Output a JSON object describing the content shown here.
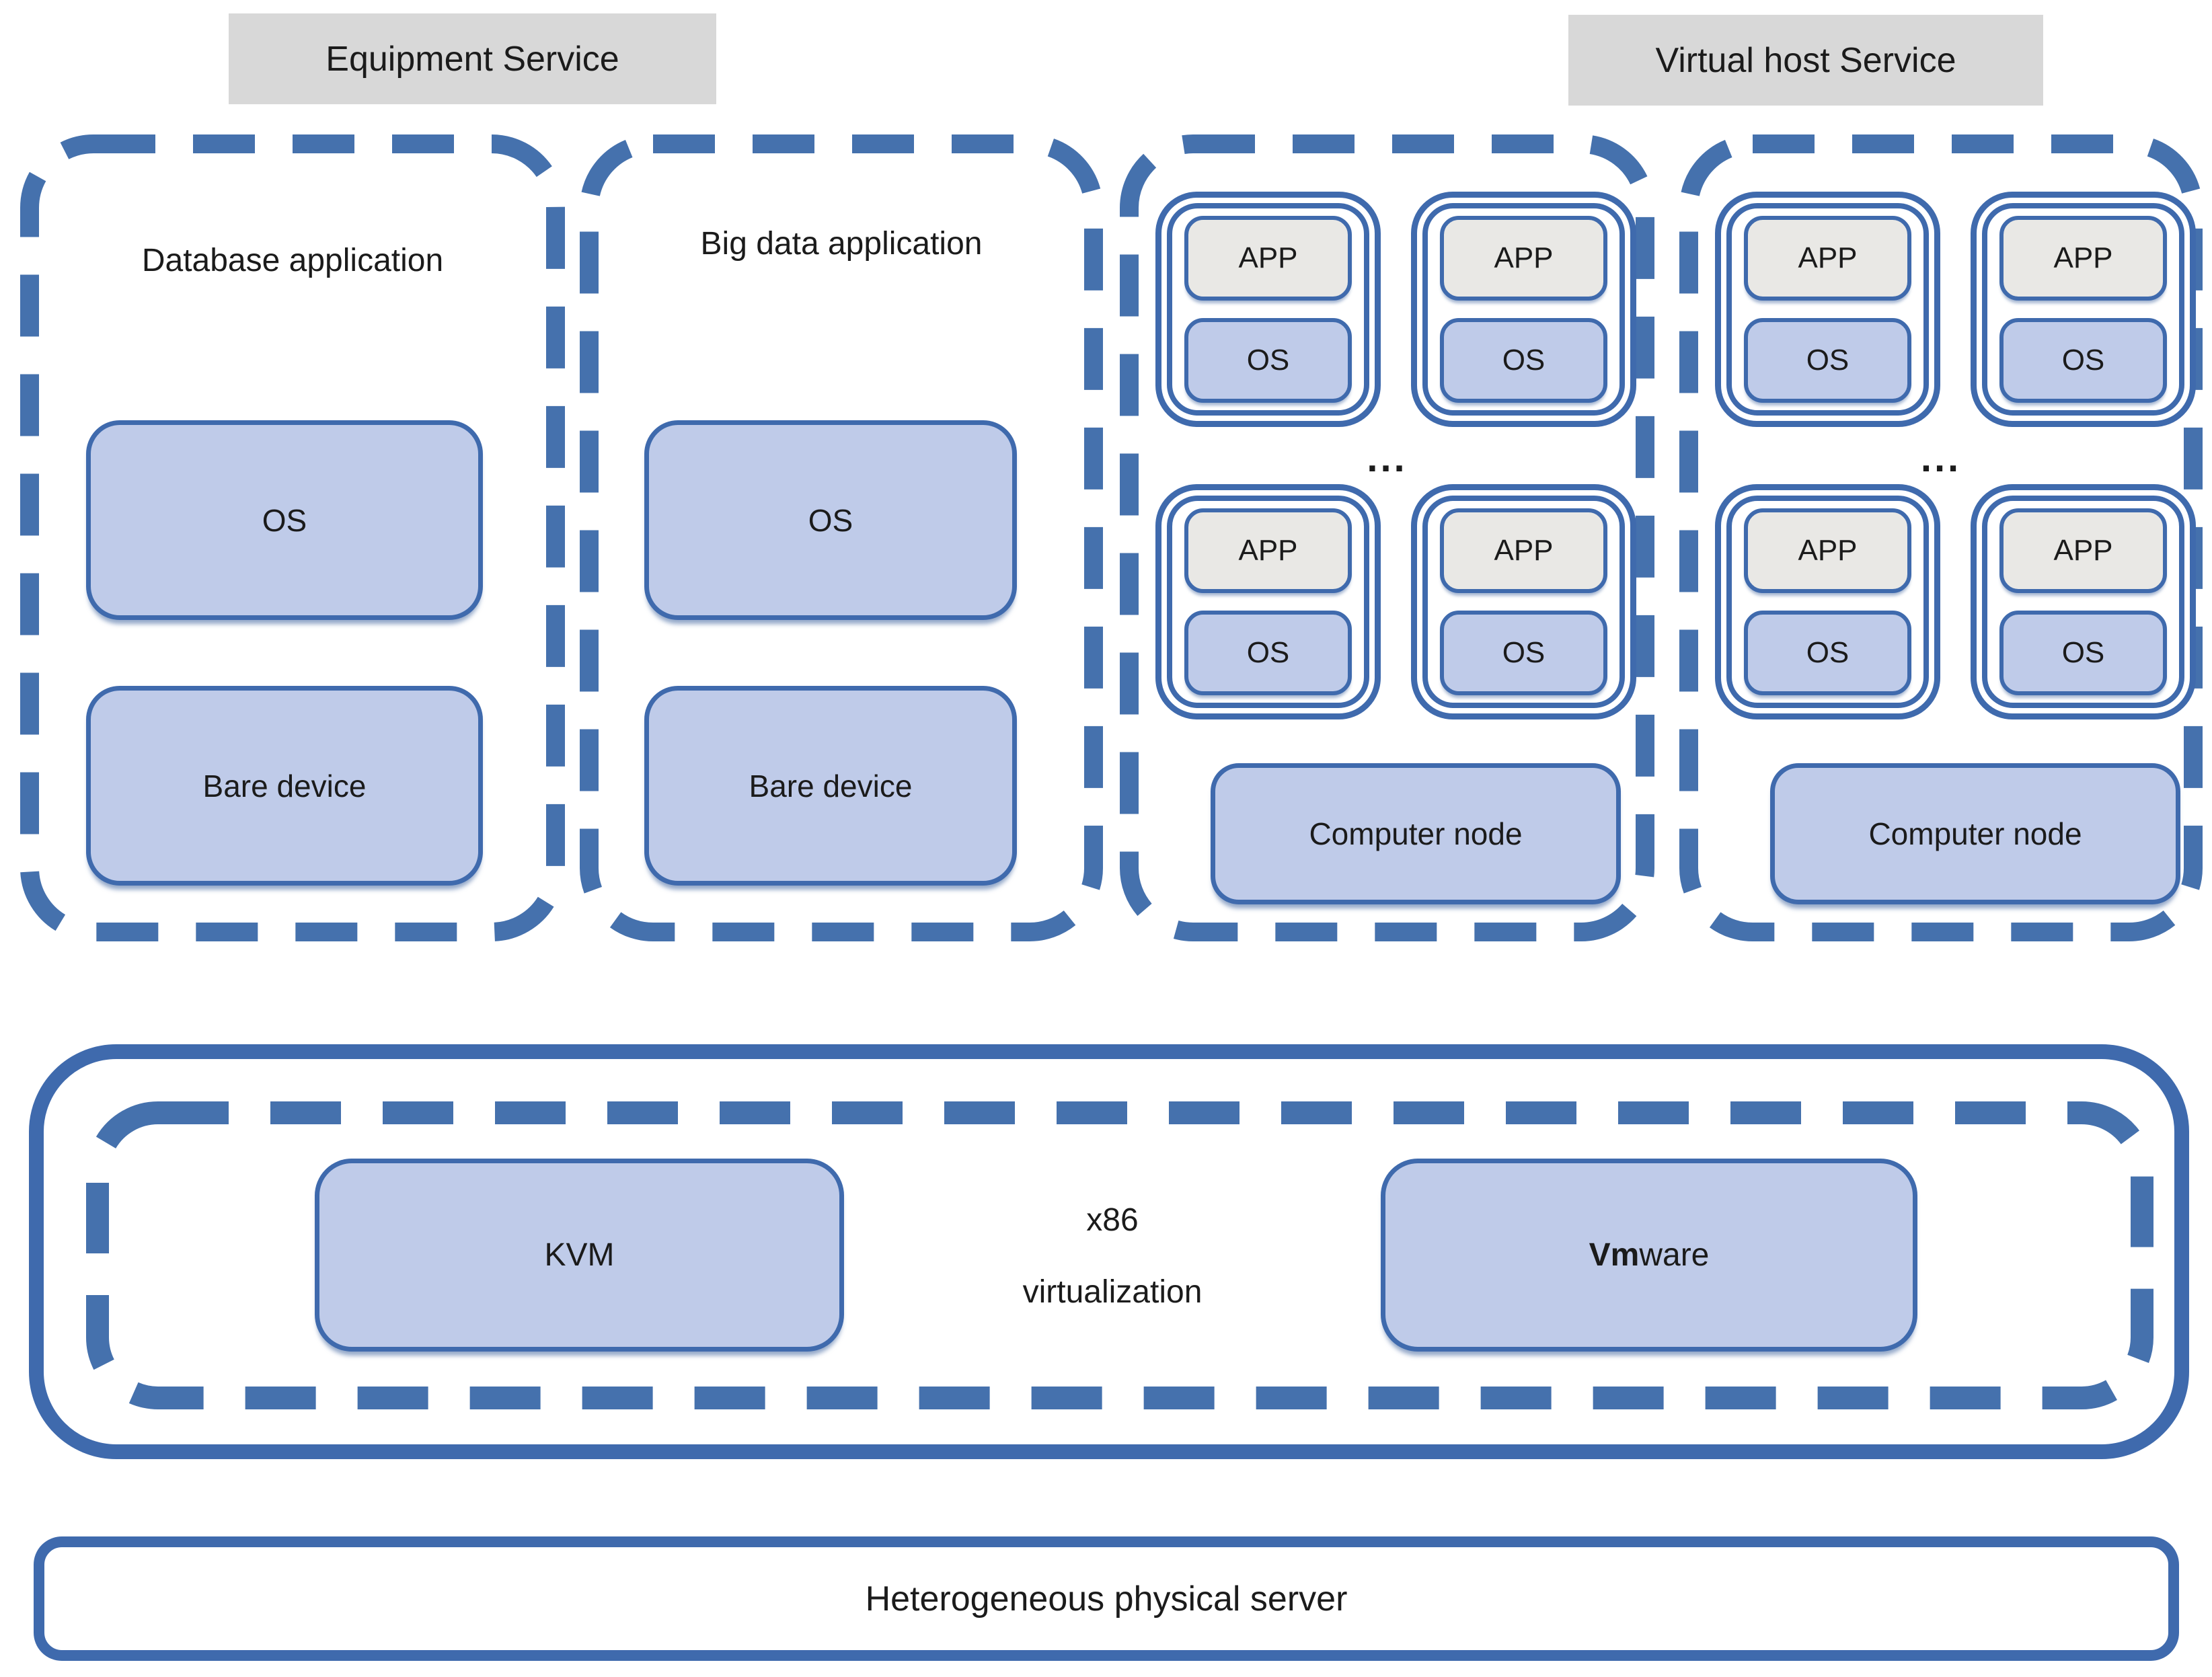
{
  "colors": {
    "dash_blue": "#4571ad",
    "border_blue": "#3f6aad",
    "fill_blue": "#bfcbe9",
    "fill_gray": "#e9e8e5",
    "label_gray": "#d8d8d8",
    "text": "#1b1b1b",
    "background": "#ffffff"
  },
  "headers": {
    "equipment_service": "Equipment Service",
    "virtual_host_service": "Virtual host Service"
  },
  "equipment_groups": [
    {
      "title": "Database application",
      "os": "OS",
      "bare": "Bare device"
    },
    {
      "title": "Big data application",
      "os": "OS",
      "bare": "Bare device"
    }
  ],
  "virtual_host_groups": [
    {
      "vms": [
        {
          "app": "APP",
          "os": "OS"
        },
        {
          "app": "APP",
          "os": "OS"
        },
        {
          "app": "APP",
          "os": "OS"
        },
        {
          "app": "APP",
          "os": "OS"
        }
      ],
      "ellipsis": "...",
      "node": "Computer node"
    },
    {
      "vms": [
        {
          "app": "APP",
          "os": "OS"
        },
        {
          "app": "APP",
          "os": "OS"
        },
        {
          "app": "APP",
          "os": "OS"
        },
        {
          "app": "APP",
          "os": "OS"
        }
      ],
      "ellipsis": "...",
      "node": "Computer node"
    }
  ],
  "hypervisor": {
    "kvm": "KVM",
    "center_line1": "x86",
    "center_line2": "virtualization",
    "vmware_bold": "Vm",
    "vmware_rest": "ware"
  },
  "base_server": {
    "label": "Heterogeneous physical server"
  }
}
